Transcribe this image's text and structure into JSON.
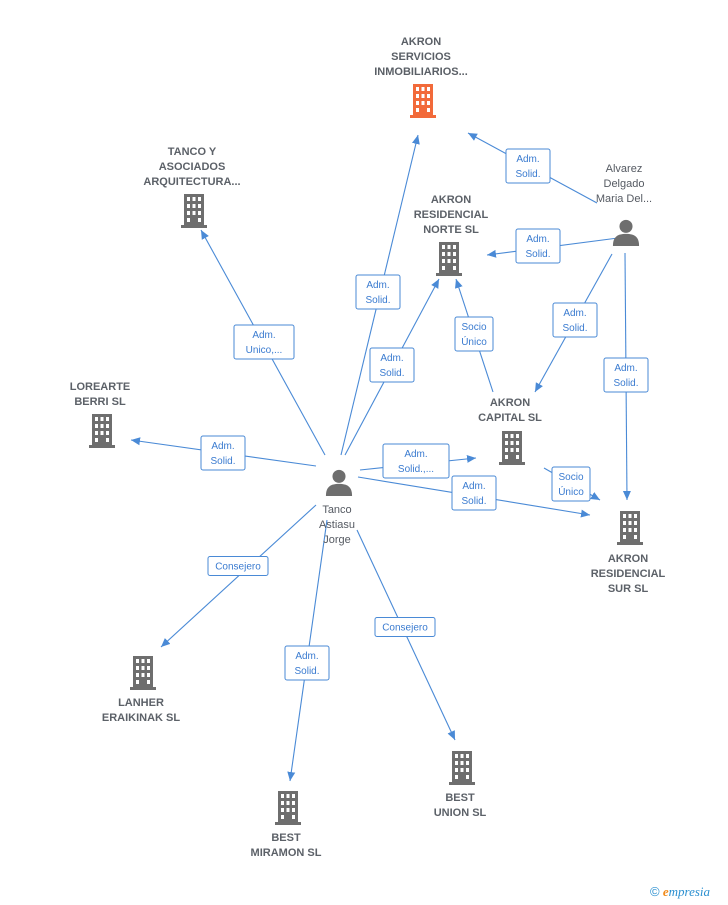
{
  "colors": {
    "edge": "#4a8ad6",
    "building": "#6e6e6e",
    "highlight": "#f26a3a",
    "person": "#6e6e6e"
  },
  "nodes": [
    {
      "id": "akron_servicios",
      "kind": "company",
      "highlight": true,
      "label": [
        "AKRON",
        "SERVICIOS",
        "INMOBILIARIOS..."
      ]
    },
    {
      "id": "tanco_asociados",
      "kind": "company",
      "label": [
        "TANCO Y",
        "ASOCIADOS",
        "ARQUITECTURA..."
      ]
    },
    {
      "id": "akron_norte",
      "kind": "company",
      "label": [
        "AKRON",
        "RESIDENCIAL",
        "NORTE SL"
      ]
    },
    {
      "id": "alvarez",
      "kind": "person",
      "label": [
        "Alvarez",
        "Delgado",
        "Maria Del..."
      ]
    },
    {
      "id": "lorearte",
      "kind": "company",
      "label": [
        "LOREARTE",
        "BERRI SL"
      ]
    },
    {
      "id": "akron_capital",
      "kind": "company",
      "label": [
        "AKRON",
        "CAPITAL SL"
      ]
    },
    {
      "id": "tanco_person",
      "kind": "person",
      "label": [
        "Tanco",
        "Astiasu",
        "Jorge"
      ]
    },
    {
      "id": "akron_sur",
      "kind": "company",
      "label": [
        "AKRON",
        "RESIDENCIAL",
        "SUR SL"
      ]
    },
    {
      "id": "lanher",
      "kind": "company",
      "label": [
        "LANHER",
        "ERAIKINAK SL"
      ]
    },
    {
      "id": "best_union",
      "kind": "company",
      "label": [
        "BEST",
        "UNION SL"
      ]
    },
    {
      "id": "best_miramon",
      "kind": "company",
      "label": [
        "BEST",
        "MIRAMON SL"
      ]
    }
  ],
  "edges": [
    {
      "from": "tanco_person",
      "to": "akron_servicios",
      "label": [
        "Adm.",
        "Solid."
      ]
    },
    {
      "from": "tanco_person",
      "to": "tanco_asociados",
      "label": [
        "Adm.",
        "Unico,..."
      ]
    },
    {
      "from": "tanco_person",
      "to": "akron_norte",
      "label": [
        "Adm.",
        "Solid."
      ]
    },
    {
      "from": "tanco_person",
      "to": "lorearte",
      "label": [
        "Adm.",
        "Solid."
      ]
    },
    {
      "from": "tanco_person",
      "to": "akron_capital",
      "label": [
        "Adm.",
        "Solid.,..."
      ]
    },
    {
      "from": "tanco_person",
      "to": "akron_sur",
      "label": [
        "Adm.",
        "Solid."
      ]
    },
    {
      "from": "tanco_person",
      "to": "lanher",
      "label": [
        "Consejero"
      ]
    },
    {
      "from": "tanco_person",
      "to": "best_miramon",
      "label": [
        "Adm.",
        "Solid."
      ]
    },
    {
      "from": "tanco_person",
      "to": "best_union",
      "label": [
        "Consejero"
      ]
    },
    {
      "from": "alvarez",
      "to": "akron_servicios",
      "label": [
        "Adm.",
        "Solid."
      ]
    },
    {
      "from": "alvarez",
      "to": "akron_norte",
      "label": [
        "Adm.",
        "Solid."
      ]
    },
    {
      "from": "alvarez",
      "to": "akron_capital",
      "label": [
        "Adm.",
        "Solid."
      ]
    },
    {
      "from": "alvarez",
      "to": "akron_sur",
      "label": [
        "Adm.",
        "Solid."
      ]
    },
    {
      "from": "akron_capital",
      "to": "akron_norte",
      "label": [
        "Socio",
        "Único"
      ]
    },
    {
      "from": "akron_capital",
      "to": "akron_sur",
      "label": [
        "Socio",
        "Único"
      ]
    }
  ],
  "brand": {
    "copyright": "©",
    "initial": "e",
    "name": "mpresia"
  }
}
